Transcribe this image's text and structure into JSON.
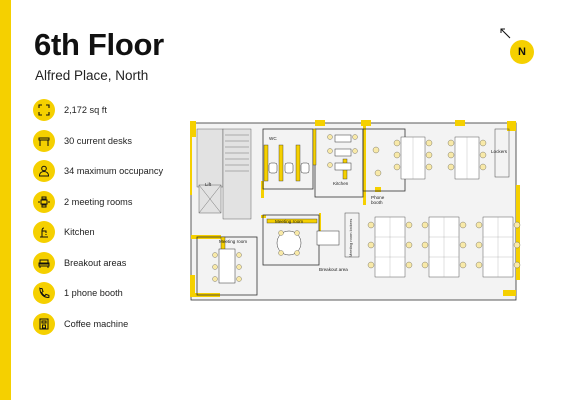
{
  "header": {
    "title": "6th Floor",
    "subtitle": "Alfred Place, North"
  },
  "features": [
    {
      "icon": "area-icon",
      "label": "2,172 sq ft"
    },
    {
      "icon": "desk-icon",
      "label": "30 current desks"
    },
    {
      "icon": "person-icon",
      "label": "34 maximum occupancy"
    },
    {
      "icon": "meeting-room-icon",
      "label": "2 meeting rooms"
    },
    {
      "icon": "tap-icon",
      "label": "Kitchen"
    },
    {
      "icon": "sofa-icon",
      "label": "Breakout areas"
    },
    {
      "icon": "phone-icon",
      "label": "1 phone booth"
    },
    {
      "icon": "coffee-machine-icon",
      "label": "Coffee machine"
    }
  ],
  "compass": {
    "label": "N"
  },
  "floorplan": {
    "rooms": {
      "wc": "WC",
      "lift": "Lift",
      "kitchen": "Kitchen",
      "phone_booth": "Phone booth",
      "lockers_top": "Lockers",
      "meeting_room_small": "Meeting room",
      "meeting_room_large": "Meeting room",
      "breakout": "Breakout area",
      "lockers_vertical": "Meeting room lockers"
    }
  },
  "colors": {
    "accent": "#f5d000",
    "text": "#1a1a1a",
    "wall": "#333333",
    "plan_fill": "#f1f1f1"
  }
}
